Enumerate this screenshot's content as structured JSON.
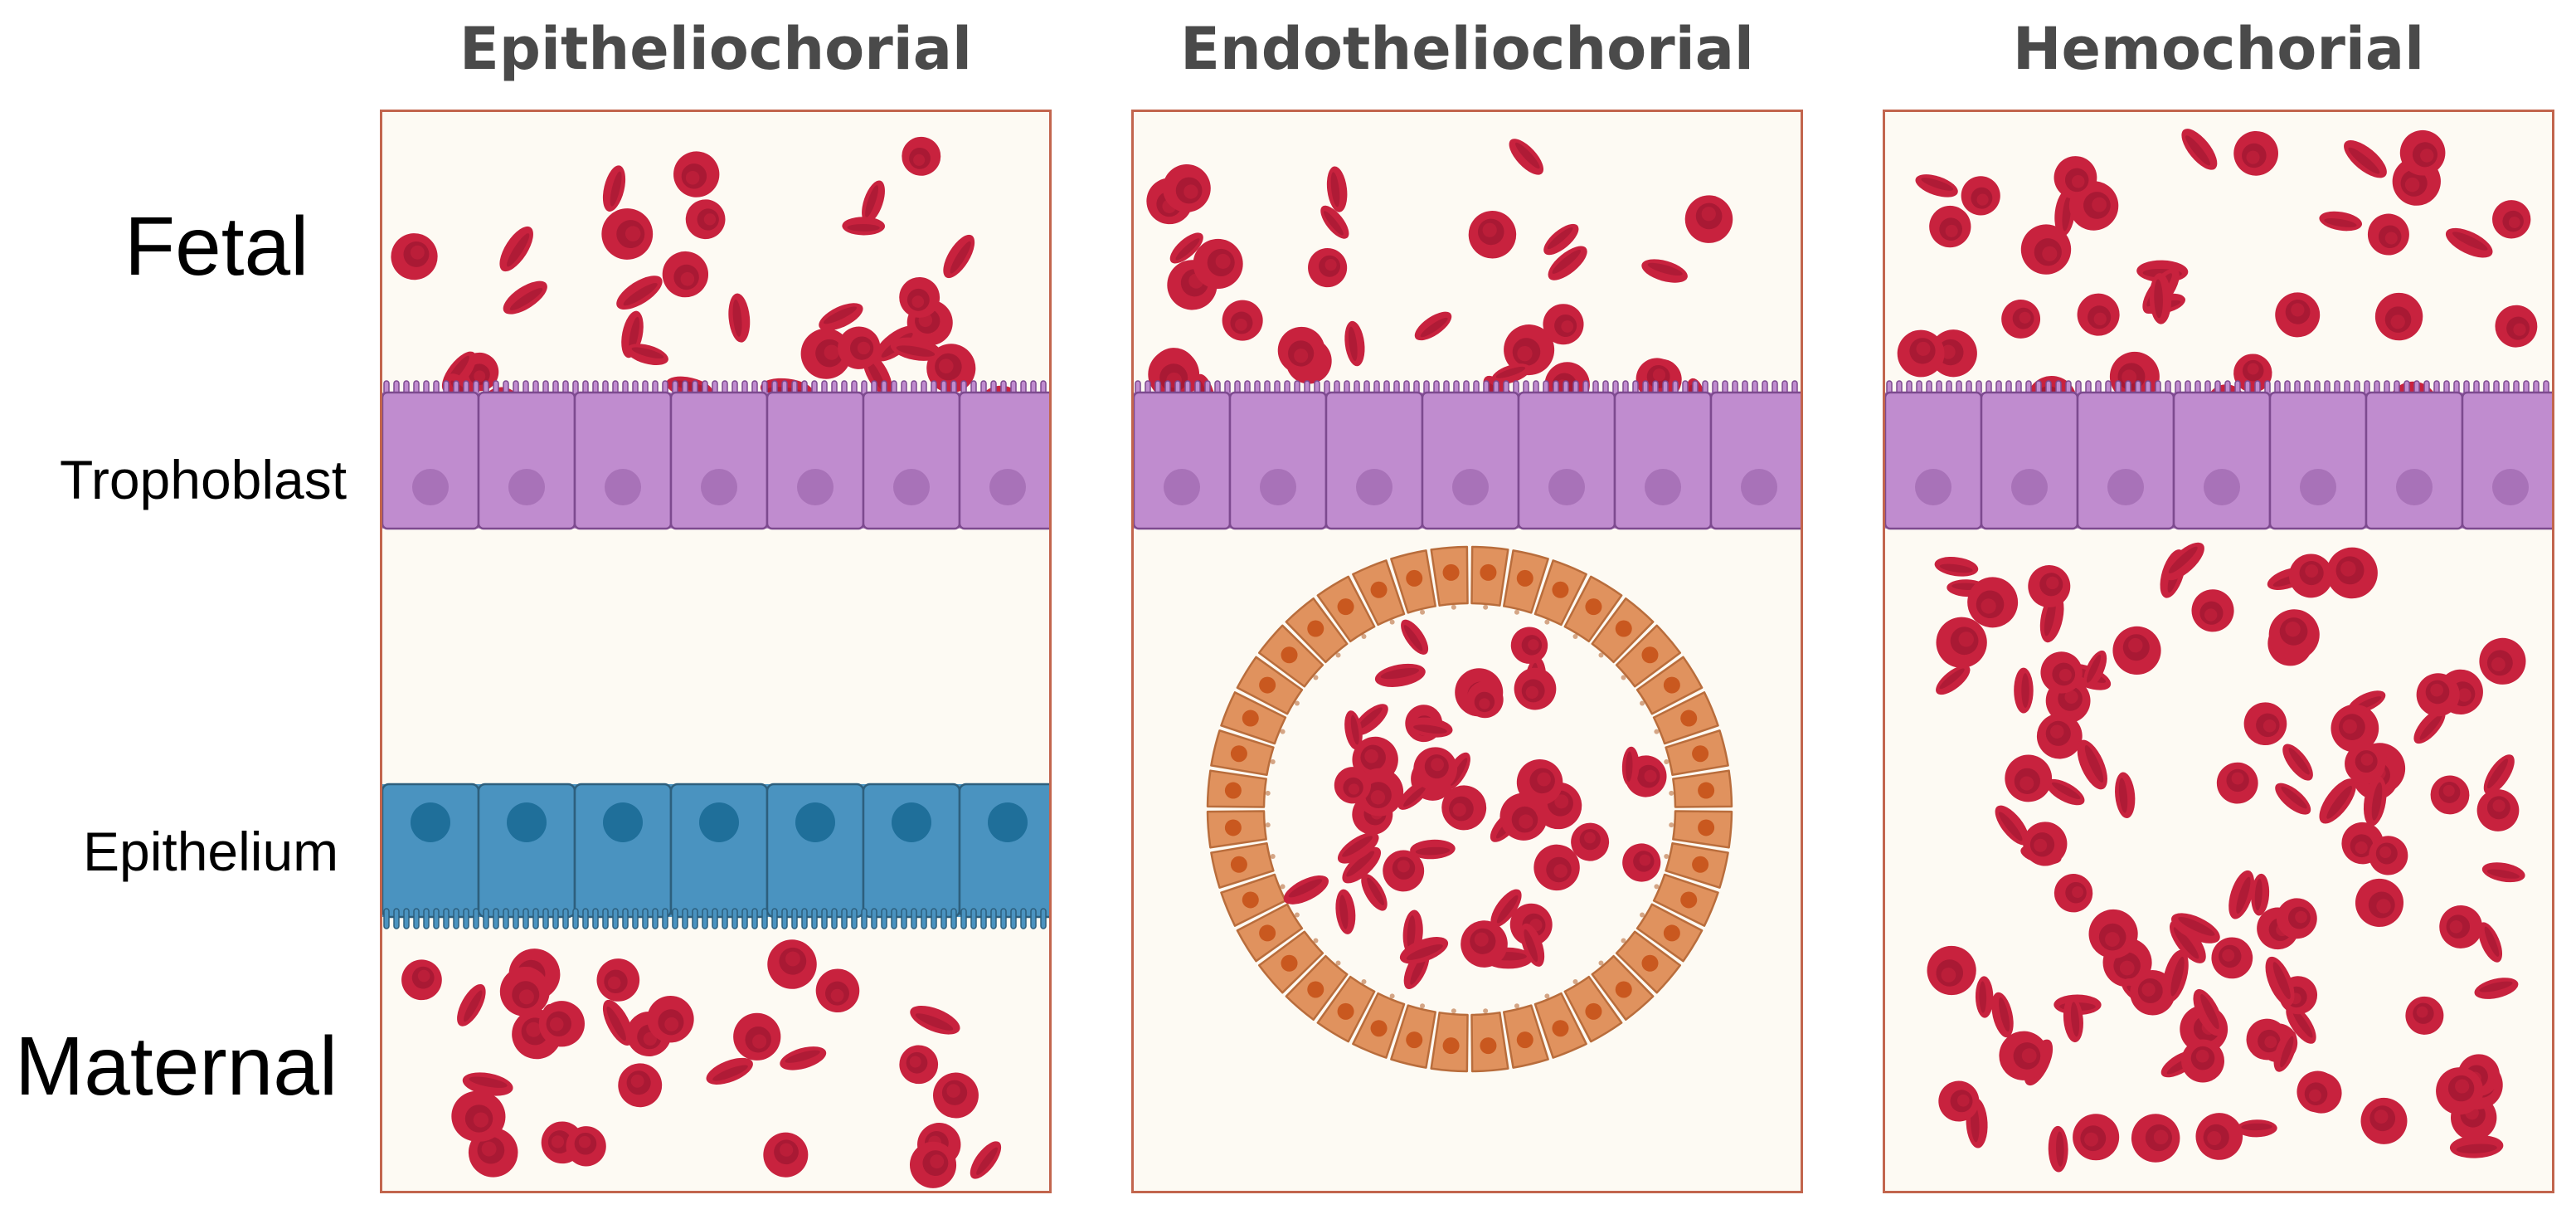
{
  "panels": [
    {
      "title": "Epitheliochorial"
    },
    {
      "title": "Endotheliochorial"
    },
    {
      "title": "Hemochorial"
    }
  ],
  "row_labels": {
    "fetal": "Fetal",
    "trophoblast": "Trophoblast",
    "epithelium": "Epithelium",
    "maternal": "Maternal"
  },
  "colors": {
    "panel_border": "#c2654d",
    "panel_bg": "#fdfaf3",
    "rbc": "#c8223e",
    "rbc_center": "#9b1530",
    "trophoblast": "#c08ccf",
    "trophoblast_nucleus": "#a872b8",
    "trophoblast_outline": "#7d4a8f",
    "epithelium": "#4a93c0",
    "epithelium_nucleus": "#1f6f9a",
    "epithelium_outline": "#2d5f7d",
    "endothelium": "#e0925e",
    "endothelium_nucleus": "#c9581f",
    "endothelium_outline": "#b96d3c"
  }
}
